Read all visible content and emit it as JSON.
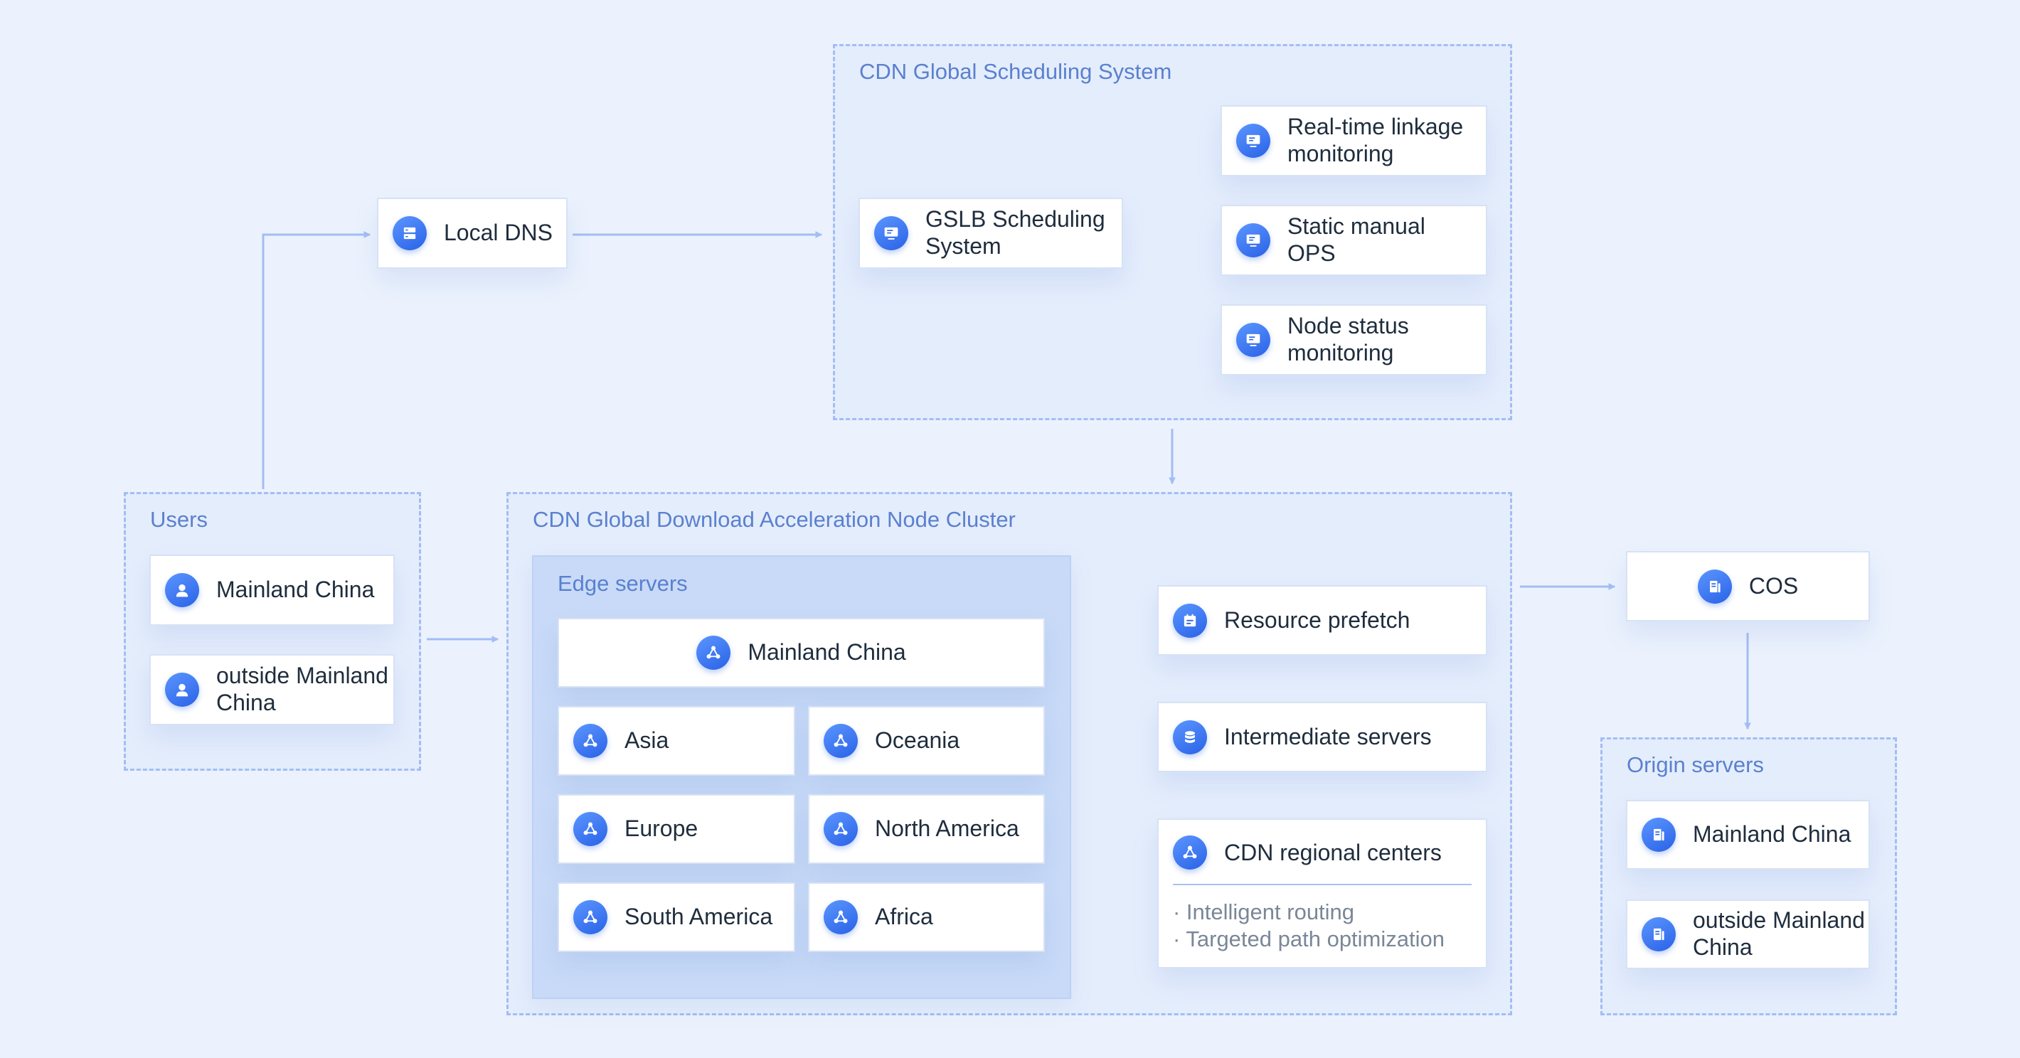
{
  "scheduling_system": {
    "title": "CDN Global Scheduling System",
    "gslb": "GSLB Scheduling System",
    "realtime": "Real-time linkage monitoring",
    "static_ops": "Static manual OPS",
    "node_status": "Node status monitoring"
  },
  "local_dns": "Local DNS",
  "users": {
    "title": "Users",
    "mainland": "Mainland China",
    "outside": "outside Mainland China"
  },
  "node_cluster": {
    "title": "CDN Global Download Acceleration Node Cluster",
    "edge": {
      "title": "Edge servers",
      "mainland": "Mainland China",
      "regions": [
        "Asia",
        "Oceania",
        "Europe",
        "North America",
        "South America",
        "Africa"
      ]
    },
    "resource_prefetch": "Resource prefetch",
    "intermediate": "Intermediate servers",
    "regional": {
      "title": "CDN regional centers",
      "items": [
        "· Intelligent routing",
        "· Targeted path optimization"
      ]
    }
  },
  "cos": "COS",
  "origin": {
    "title": "Origin servers",
    "mainland": "Mainland China",
    "outside": "outside Mainland China"
  },
  "colors": {
    "background": "#ebf2fd",
    "accent_icon": "#2a62e6",
    "connector": "#a3bdf4",
    "group_title": "#5b80cf"
  },
  "icons": {
    "dns": "server-icon",
    "monitor": "monitor-icon",
    "user": "user-icon",
    "node": "network-node-icon",
    "prefetch": "calendar-icon",
    "database": "database-icon",
    "storage": "storage-icon"
  }
}
